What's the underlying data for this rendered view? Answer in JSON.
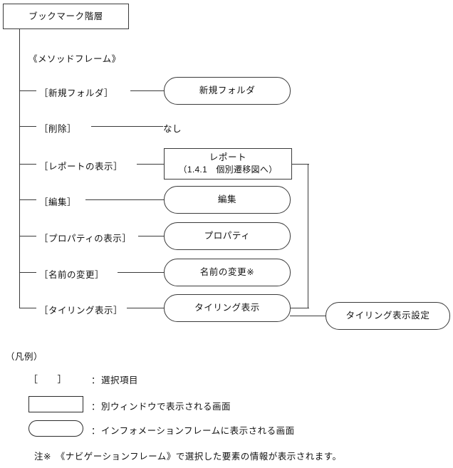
{
  "diagram": {
    "root": {
      "label": "ブックマーク階層"
    },
    "frame_caption": "《メソッドフレーム》",
    "rows": [
      {
        "menu": "［新規フォルダ］",
        "screen": "新規フォルダ",
        "screen_sub": "",
        "shape": "round",
        "no_screen_text": ""
      },
      {
        "menu": "［削除］",
        "screen": "",
        "screen_sub": "",
        "shape": "none",
        "no_screen_text": "なし"
      },
      {
        "menu": "［レポートの表示］",
        "screen": "レポート",
        "screen_sub": "（1.4.1　個別遷移図へ）",
        "shape": "rect",
        "no_screen_text": ""
      },
      {
        "menu": "［編集］",
        "screen": "編集",
        "screen_sub": "",
        "shape": "round",
        "no_screen_text": ""
      },
      {
        "menu": "［プロパティの表示］",
        "screen": "プロパティ",
        "screen_sub": "",
        "shape": "round",
        "no_screen_text": ""
      },
      {
        "menu": "［名前の変更］",
        "screen": "名前の変更※",
        "screen_sub": "",
        "shape": "round",
        "no_screen_text": ""
      },
      {
        "menu": "［タイリング表示］",
        "screen": "タイリング表示",
        "screen_sub": "",
        "shape": "round",
        "no_screen_text": ""
      }
    ],
    "extra_node": {
      "label": "タイリング表示設定"
    }
  },
  "legend": {
    "title": "（凡例）",
    "items": [
      {
        "symbol": "［　　］",
        "separator": "：",
        "description": "選択項目",
        "shape": "bracket"
      },
      {
        "symbol": "",
        "separator": "：",
        "description": "別ウィンドウで表示される画面",
        "shape": "rect"
      },
      {
        "symbol": "",
        "separator": "：",
        "description": "インフォメーションフレームに表示される画面",
        "shape": "round"
      }
    ],
    "note": "注※　《ナビゲーションフレーム》で選択した要素の情報が表示されます。"
  },
  "colors": {
    "line": "#3a3a3a",
    "text": "#111111",
    "background": "#ffffff"
  }
}
